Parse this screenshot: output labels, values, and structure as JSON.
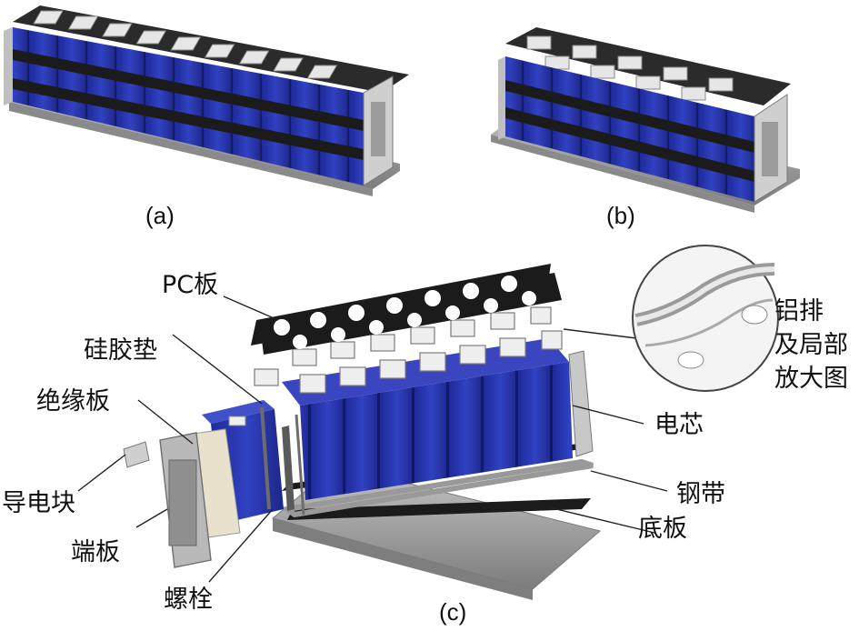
{
  "subfigures": {
    "a": "(a)",
    "b": "(b)",
    "c": "(c)"
  },
  "labels": {
    "pc_board": "PC板",
    "silicone_pad": "硅胶垫",
    "insulation_board": "绝缘板",
    "conductive_block": "导电块",
    "end_plate": "端板",
    "bolt": "螺栓",
    "cell": "电芯",
    "steel_strap": "钢带",
    "base_plate": "底板",
    "busbar_zoom": [
      "铝排",
      "及局部",
      "放大图"
    ]
  },
  "colors": {
    "cell_blue": "#2a35a8",
    "cell_dark": "#1a2178",
    "strap_black": "#1b1b1b",
    "metal_grey": "#b8b8b8",
    "base_grey": "#9a9a9a"
  }
}
